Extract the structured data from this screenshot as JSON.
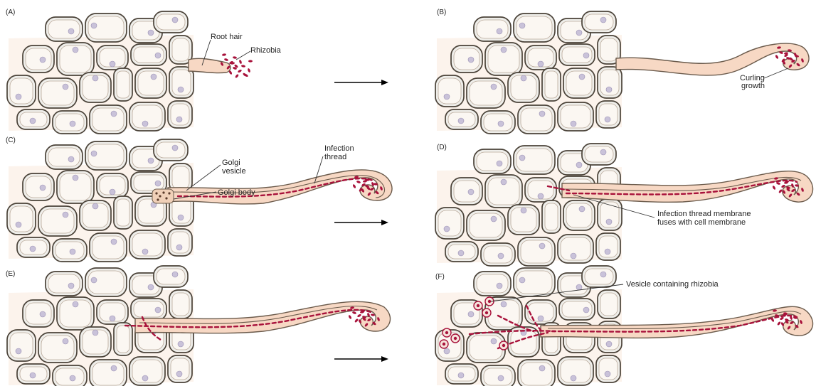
{
  "panels": [
    {
      "id": "A",
      "label": "(A)"
    },
    {
      "id": "B",
      "label": "(B)"
    },
    {
      "id": "C",
      "label": "(C)"
    },
    {
      "id": "D",
      "label": "(D)"
    },
    {
      "id": "E",
      "label": "(E)"
    },
    {
      "id": "F",
      "label": "(F)"
    }
  ],
  "labels": {
    "root_hair": "Root hair",
    "rhizobia": "Rhizobia",
    "curling_1": "Curling",
    "curling_2": "growth",
    "infection_thread_1": "Infection",
    "infection_thread_2": "thread",
    "golgi_vesicle_1": "Golgi",
    "golgi_vesicle_2": "vesicle",
    "golgi_body": "Golgi body",
    "fuses_1": "Infection thread membrane",
    "fuses_2": "fuses with cell membrane",
    "vesicle_rhizobia": "Vesicle containing rhizobia"
  },
  "colors": {
    "cell_wall": "#4a4238",
    "cytoplasm": "#fbf7f2",
    "nucleus": "#c9c2d9",
    "root_hair": "#f7d8c4",
    "rhizobia": "#a8123b"
  }
}
